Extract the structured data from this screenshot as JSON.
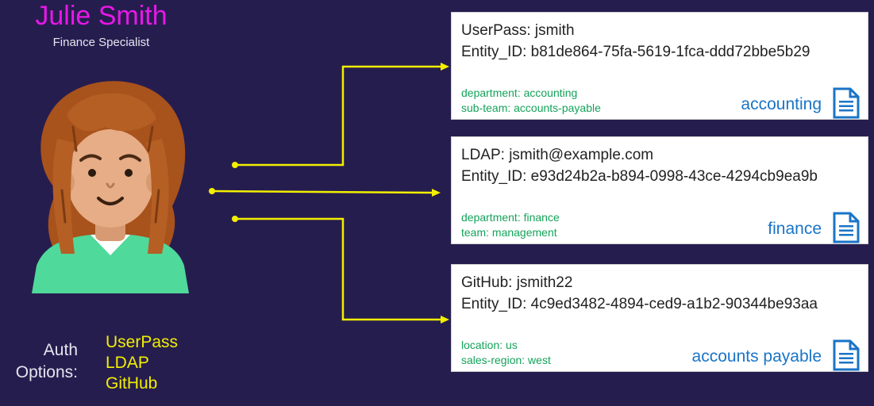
{
  "person": {
    "name": "Julie Smith",
    "role": "Finance Specialist"
  },
  "auth": {
    "label_line1": "Auth",
    "label_line2": "Options:",
    "options": [
      "UserPass",
      "LDAP",
      "GitHub"
    ]
  },
  "entities": [
    {
      "identity": "UserPass: jsmith",
      "entity_id": "Entity_ID: b81de864-75fa-5619-1fca-ddd72bbe5b29",
      "metadata": [
        "department: accounting",
        "sub-team: accounts-payable"
      ],
      "group": "accounting"
    },
    {
      "identity": "LDAP: jsmith@example.com",
      "entity_id": "Entity_ID: e93d24b2a-b894-0998-43ce-4294cb9ea9b",
      "metadata": [
        "department: finance",
        "team: management"
      ],
      "group": "finance"
    },
    {
      "identity": "GitHub: jsmith22",
      "entity_id": "Entity_ID: 4c9ed3482-4894-ced9-a1b2-90344be93aa",
      "metadata": [
        "location: us",
        "sales-region: west"
      ],
      "group": "accounts payable"
    }
  ],
  "colors": {
    "background": "#261d4f",
    "name": "#e817e8",
    "connector": "#f2ef00",
    "metadata": "#14a35a",
    "group": "#1a74c7"
  },
  "icons": {
    "avatar": "person-avatar-icon",
    "document": "document-icon"
  }
}
